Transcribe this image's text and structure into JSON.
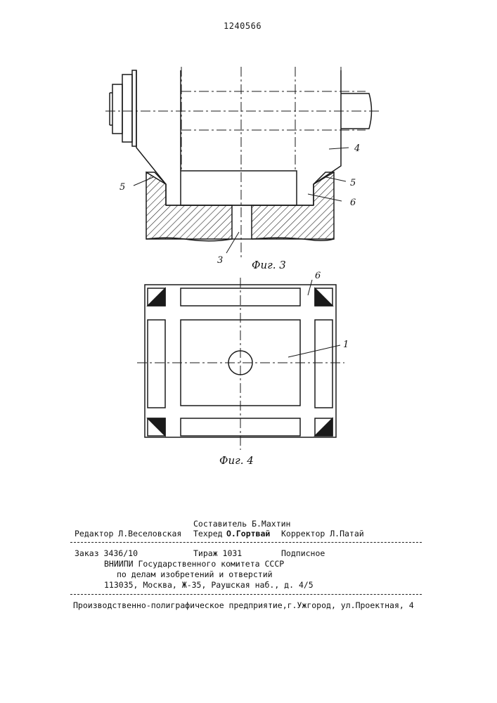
{
  "header": {
    "patent_number": "1240566"
  },
  "figures": {
    "fig3": {
      "caption": "Фиг. 3",
      "labels": {
        "l3": "3",
        "l4": "4",
        "l5_left": "5",
        "l5_right": "5",
        "l6": "6"
      }
    },
    "fig4": {
      "caption": "Фиг. 4",
      "labels": {
        "l1": "1",
        "l6": "6"
      }
    }
  },
  "imprint": {
    "compiler": "Составитель Б.Махтин",
    "editor": "Редактор Л.Веселовская",
    "techred": "Техред",
    "techred_name": "О.Гортвай",
    "corrector": "Корректор Л.Патай",
    "order": "Заказ 3436/10",
    "circulation": "Тираж 1031",
    "subscription": "Подписное",
    "org_line1": "ВНИИПИ Государственного комитета СССР",
    "org_line2": "по делам изобретений и отверстий",
    "org_line3": "113035, Москва, Ж-35, Раушская наб., д. 4/5",
    "printer": "Производственно-полиграфическое предприятие,г.Ужгород, ул.Проектная, 4"
  }
}
